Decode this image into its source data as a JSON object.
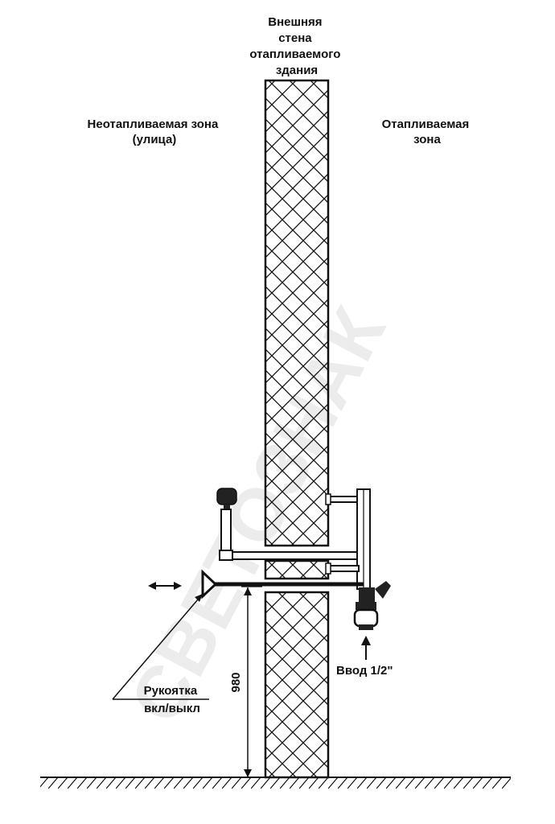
{
  "watermark": "СВЕТОЗНАК",
  "labels": {
    "wall": [
      "Внешняя",
      "стена",
      "отапливаемого",
      "здания"
    ],
    "unheated": [
      "Неотапливаемая зона",
      "(улица)"
    ],
    "heated": [
      "Отапливаемая",
      "зона"
    ],
    "inlet": "Ввод 1/2\"",
    "handle": [
      "Рукоятка",
      "вкл/выкл"
    ],
    "height": "980"
  },
  "colors": {
    "line": "#111111",
    "watermark": "#ececec",
    "background": "#ffffff"
  }
}
